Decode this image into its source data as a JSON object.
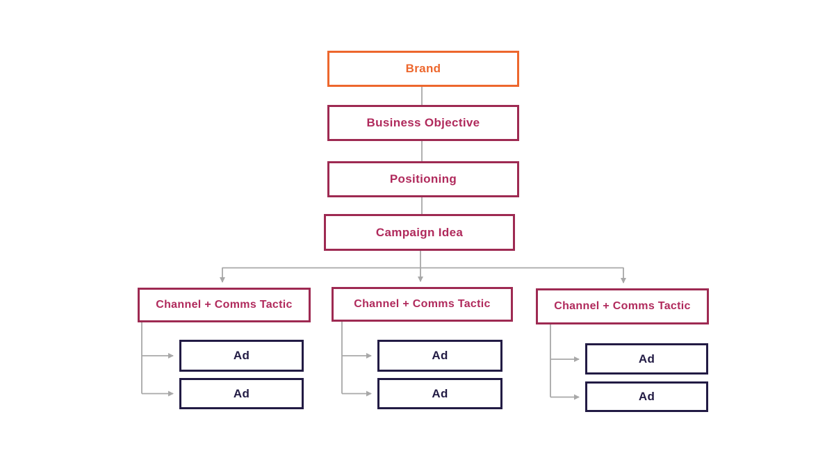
{
  "flowchart": {
    "nodes": {
      "brand": {
        "label": "Brand"
      },
      "business_objective": {
        "label": "Business Objective"
      },
      "positioning": {
        "label": "Positioning"
      },
      "campaign_idea": {
        "label": "Campaign Idea"
      },
      "channels": [
        {
          "label": "Channel + Comms Tactic",
          "ads": [
            "Ad",
            "Ad"
          ]
        },
        {
          "label": "Channel + Comms Tactic",
          "ads": [
            "Ad",
            "Ad"
          ]
        },
        {
          "label": "Channel + Comms Tactic",
          "ads": [
            "Ad",
            "Ad"
          ]
        }
      ]
    },
    "colors": {
      "brand_orange": "#ED672D",
      "crimson_border": "#9E2A52",
      "crimson_text": "#B02A5C",
      "navy": "#221B44",
      "connector_gray": "#A8A8A8"
    }
  }
}
